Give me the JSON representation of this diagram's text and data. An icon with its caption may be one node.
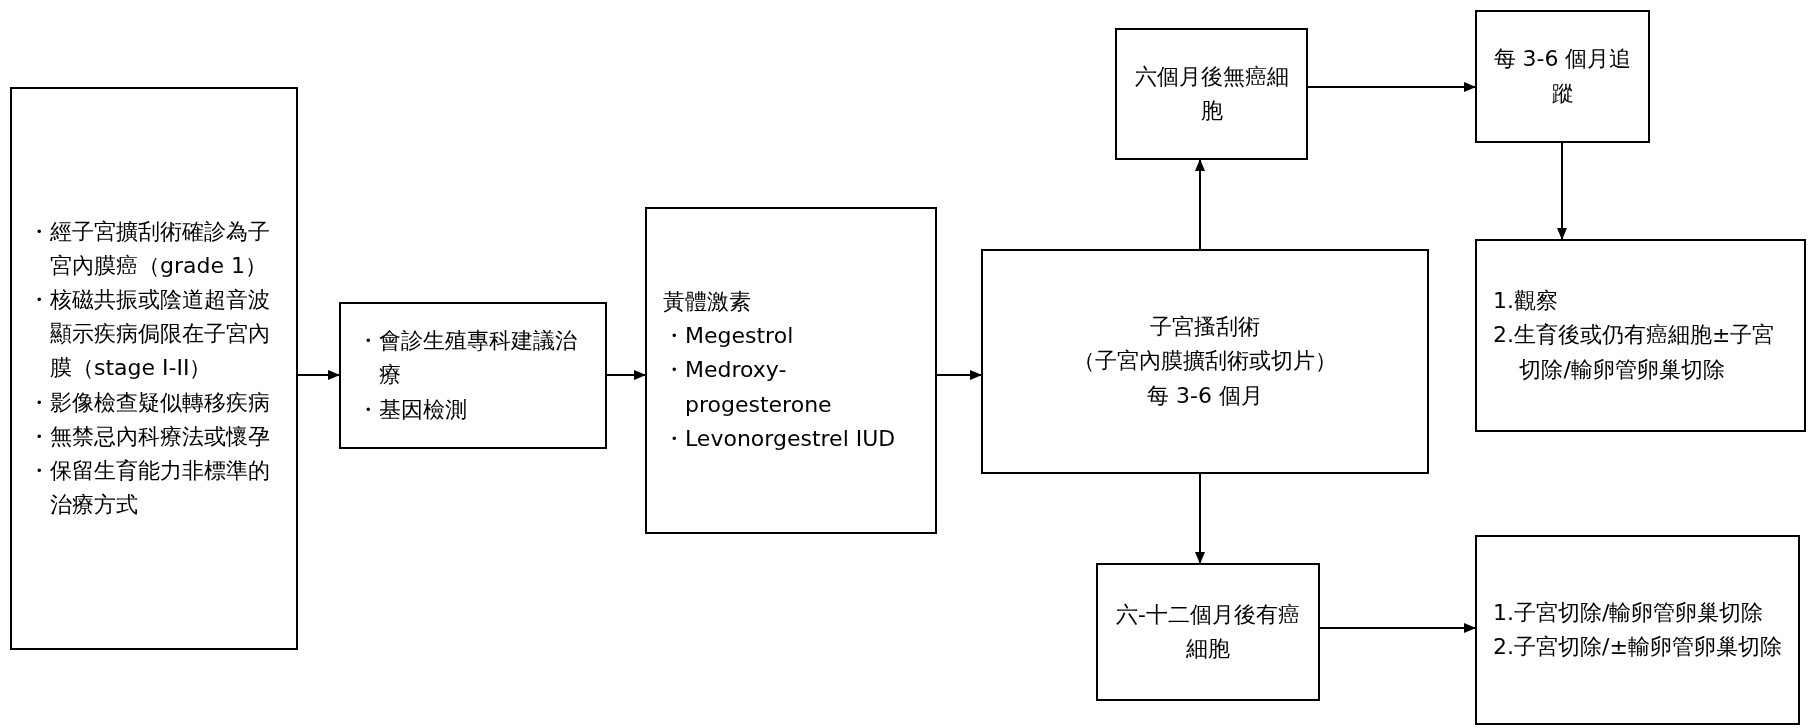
{
  "diagram": {
    "nodes": [
      {
        "text": [
          "・經子宮擴刮術確診為子宮內膜癌（grade 1）",
          "・核磁共振或陰道超音波顯示疾病侷限在子宮內膜（stage I-II）",
          "・影像檢查疑似轉移疾病",
          "・無禁忌內科療法或懷孕",
          "・保留生育能力非標準的治療方式"
        ]
      },
      {
        "text": [
          "・會診生殖專科建議治療",
          "・基因檢測"
        ]
      },
      {
        "text": [
          "黃體激素",
          "・Megestrol",
          "・Medroxy-progesterone",
          "・Levonorgestrel IUD"
        ]
      },
      {
        "text": [
          "子宮搔刮術",
          "（子宮內膜擴刮術或切片）",
          "每 3-6 個月"
        ]
      },
      {
        "text": [
          "六個月後無癌細胞"
        ]
      },
      {
        "text": [
          "每 3-6 個月追蹤"
        ]
      },
      {
        "text": [
          "1.觀察",
          "2.生育後或仍有癌細胞±子宮切除/輸卵管卵巢切除"
        ]
      },
      {
        "text": [
          "六-十二個月後有癌細胞"
        ]
      },
      {
        "text": [
          "1.子宮切除/輸卵管卵巢切除",
          "2.子宮切除/±輸卵管卵巢切除"
        ]
      }
    ],
    "edges": [
      {
        "from": 0,
        "to": 1,
        "arrow": "to"
      },
      {
        "from": 1,
        "to": 2,
        "arrow": "to"
      },
      {
        "from": 2,
        "to": 3,
        "arrow": "to"
      },
      {
        "from": 3,
        "to": 4,
        "arrow": "to"
      },
      {
        "from": 4,
        "to": 5,
        "arrow": "to"
      },
      {
        "from": 5,
        "to": 6,
        "arrow": "to"
      },
      {
        "from": 3,
        "to": 7,
        "arrow": "to"
      },
      {
        "from": 7,
        "to": 8,
        "arrow": "to"
      }
    ]
  }
}
